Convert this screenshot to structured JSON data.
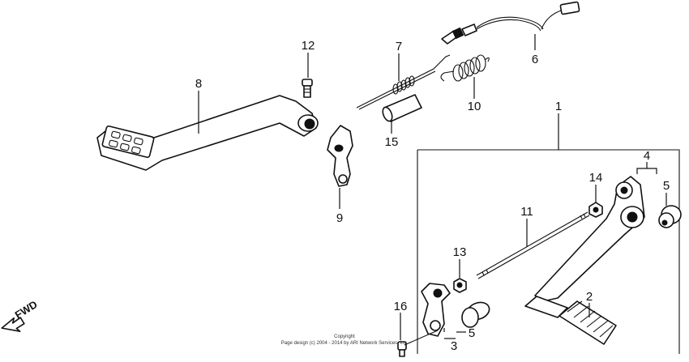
{
  "callouts": {
    "c1": "1",
    "c2": "2",
    "c3": "3",
    "c4": "4",
    "c5a": "5",
    "c5b": "5",
    "c6": "6",
    "c7": "7",
    "c8": "8",
    "c9": "9",
    "c10": "10",
    "c11": "11",
    "c12": "12",
    "c13": "13",
    "c14": "14",
    "c15": "15",
    "c16": "16"
  },
  "fwd_label": "FWD",
  "copyright": {
    "line1": "Copyright",
    "line2": "Page design (c) 2004 - 2014 by ARI Network Services, Inc."
  }
}
